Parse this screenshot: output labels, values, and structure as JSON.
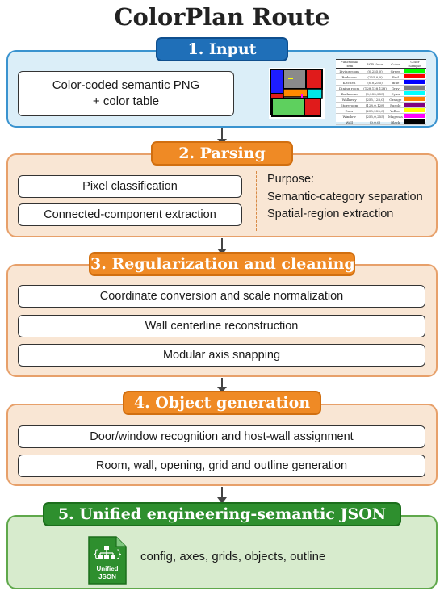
{
  "title": "ColorPlan Route",
  "step1": {
    "header": "1. Input",
    "box_text": "Color-coded semantic PNG\n+ color table",
    "color_table": {
      "columns": [
        "Functional Item",
        "RGB Value",
        "Color",
        "Color Sample"
      ],
      "rows": [
        [
          "Living room",
          "(0,255,0)",
          "Green",
          "#00ff00"
        ],
        [
          "Bedroom",
          "(255,0,0)",
          "Red",
          "#ff0000"
        ],
        [
          "Kitchen",
          "(0,0,255)",
          "Blue",
          "#0000ff"
        ],
        [
          "Dining room",
          "(128,128,128)",
          "Gray",
          "#808080"
        ],
        [
          "Bathroom",
          "(0,255,255)",
          "Cyan",
          "#00ffff"
        ],
        [
          "Walkway",
          "(255,128,0)",
          "Orange",
          "#ff8000"
        ],
        [
          "Storeroom",
          "(128,0,128)",
          "Purple",
          "#800080"
        ],
        [
          "Door",
          "(255,255,0)",
          "Yellow",
          "#ffff00"
        ],
        [
          "Window",
          "(255,0,255)",
          "Magenta",
          "#ff00ff"
        ],
        [
          "Wall",
          "(0,0,0)",
          "Black",
          "#000000"
        ]
      ]
    }
  },
  "step2": {
    "header": "2. Parsing",
    "items": [
      "Pixel classification",
      "Connected-component extraction"
    ],
    "purpose_label": "Purpose:",
    "purpose_items": [
      "Semantic-category separation",
      "Spatial-region extraction"
    ]
  },
  "step3": {
    "header": "3. Regularization and cleaning",
    "items": [
      "Coordinate conversion and scale normalization",
      "Wall centerline reconstruction",
      "Modular axis snapping"
    ]
  },
  "step4": {
    "header": "4. Object generation",
    "items": [
      "Door/window recognition and host-wall assignment",
      "Room, wall, opening, grid and outline generation"
    ]
  },
  "step5": {
    "header": "5. Unified engineering-semantic JSON",
    "icon_label_line1": "Unified",
    "icon_label_line2": "JSON",
    "output_text": "config, axes, grids, objects, outline"
  },
  "colors": {
    "blue": "#1f6fb8",
    "orange": "#ef8a25",
    "green": "#2e8f2e"
  }
}
